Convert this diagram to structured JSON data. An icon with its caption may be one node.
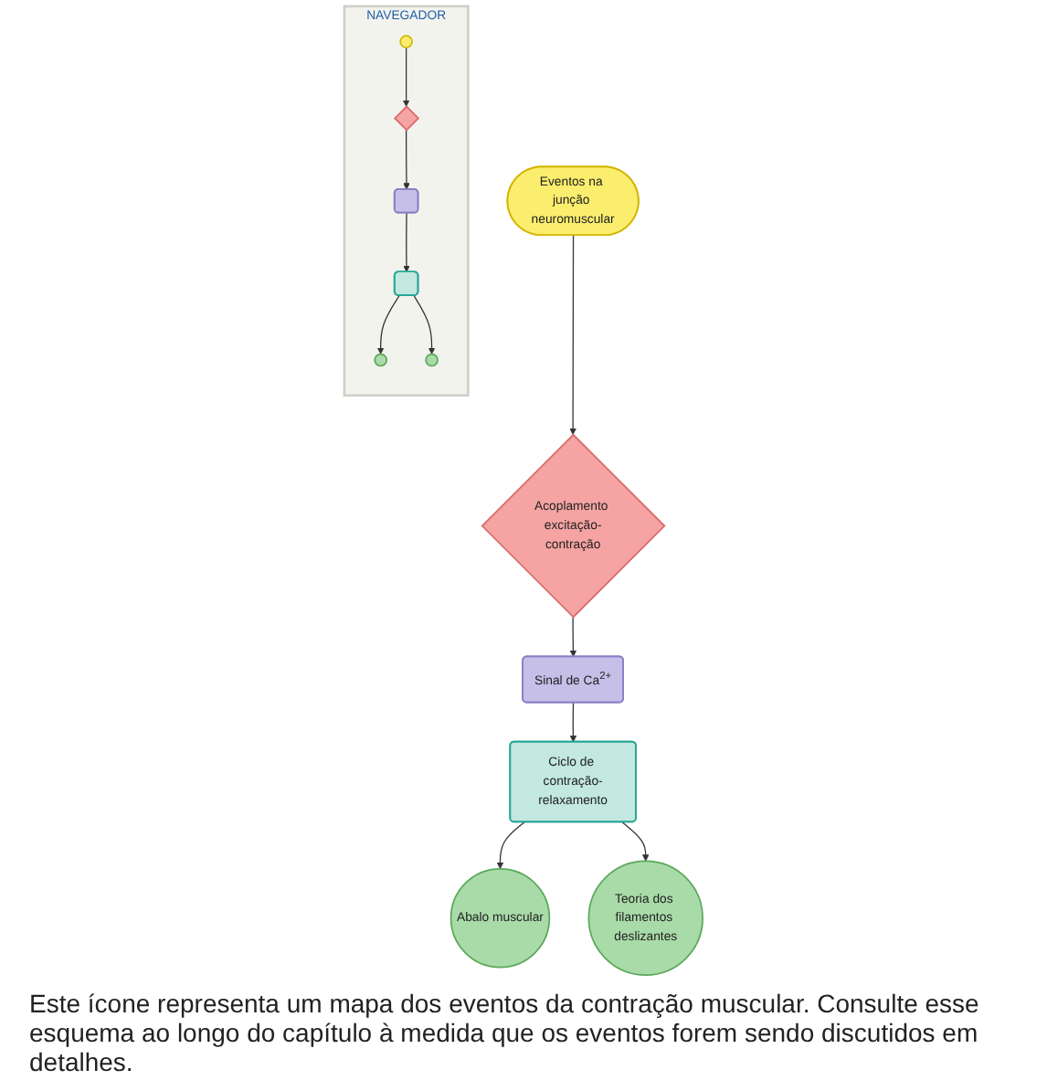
{
  "diagram": {
    "nodes": [
      {
        "text": [
          "Eventos na junção neuromuscular"
        ]
      },
      {
        "text": [
          "Acoplamento excitação-contração"
        ]
      },
      {
        "text": [
          "Sinal de Ca$^{2+}$"
        ]
      },
      {
        "text": [
          "Ciclo de contração-relaxamento"
        ]
      },
      {
        "text": [
          "Abalo muscular"
        ]
      },
      {
        "text": [
          "Teoria dos filamentos deslizantes"
        ]
      },
      {
        "text": [
          "NAVEGADOR"
        ]
      },
      {
        "text": [],
        "shape": "circle",
        "in": 6
      },
      {
        "text": [],
        "shape": "diamond",
        "in": 6
      },
      {
        "text": [],
        "shape": "box",
        "in": 6
      },
      {
        "text": [],
        "shape": "box",
        "in": 6
      },
      {
        "text": [],
        "shape": "circle",
        "in": 6
      },
      {
        "text": [],
        "shape": "circle",
        "in": 6
      }
    ],
    "edges": [
      {
        "from": 0,
        "to": 1,
        "arrow": "to"
      },
      {
        "from": 1,
        "to": 2,
        "arrow": "to"
      },
      {
        "from": 2,
        "to": 3,
        "arrow": "to"
      },
      {
        "from": 3,
        "to": 4,
        "arrow": "to"
      },
      {
        "from": 3,
        "to": 5,
        "arrow": "to"
      },
      {
        "from": 7,
        "to": 8,
        "arrow": "to"
      },
      {
        "from": 8,
        "to": 9,
        "arrow": "to"
      },
      {
        "from": 9,
        "to": 10,
        "arrow": "to"
      },
      {
        "from": 10,
        "to": 11,
        "arrow": "to"
      },
      {
        "from": 10,
        "to": 12,
        "arrow": "to"
      }
    ],
    "labels": [
      "Este ícone representa um mapa dos eventos da contração muscular. Consulte esse esquema ao longo do capítulo à medida que os eventos forem sendo discutidos em detalhes."
    ]
  }
}
